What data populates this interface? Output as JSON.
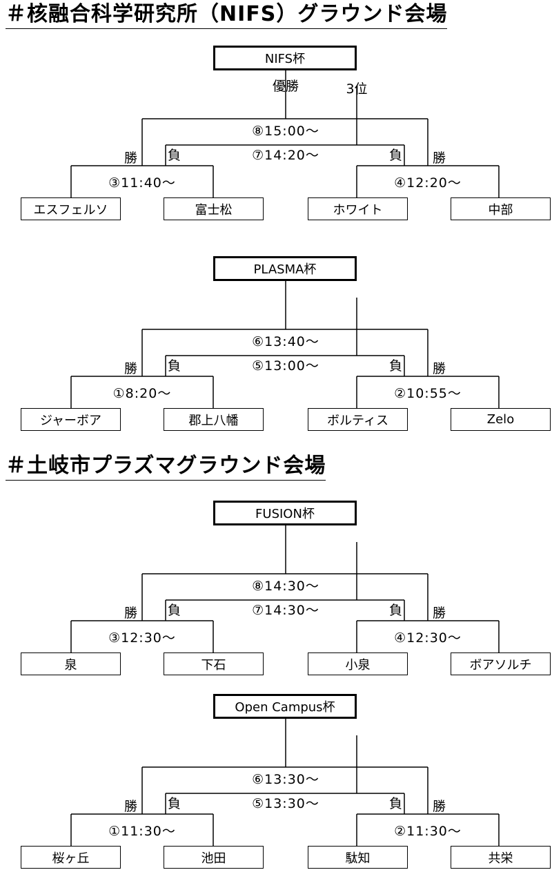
{
  "sections": [
    {
      "heading": "＃核融合科学研究所（NIFS）グラウンド会場"
    },
    {
      "heading": "＃土岐市プラズマグラウンド会場"
    }
  ],
  "brackets": [
    {
      "title": "NIFS杯",
      "champion_label": "優勝",
      "third_label": "3位",
      "final_time": "⑧15:00～",
      "third_time": "⑦14:20～",
      "win_left": "勝",
      "lose_left": "負",
      "lose_right": "負",
      "win_right": "勝",
      "semi_left_time": "③11:40～",
      "semi_right_time": "④12:20～",
      "teams": [
        "エスフェルソ",
        "富士松",
        "ホワイト",
        "中部"
      ]
    },
    {
      "title": "PLASMA杯",
      "champion_label": "",
      "third_label": "",
      "final_time": "⑥13:40～",
      "third_time": "⑤13:00～",
      "win_left": "勝",
      "lose_left": "負",
      "lose_right": "負",
      "win_right": "勝",
      "semi_left_time": "①8:20～",
      "semi_right_time": "②10:55～",
      "teams": [
        "ジャーボア",
        "郡上八幡",
        "ボルティス",
        "Zelo"
      ]
    },
    {
      "title": "FUSION杯",
      "champion_label": "",
      "third_label": "",
      "final_time": "⑧14:30～",
      "third_time": "⑦14:30～",
      "win_left": "勝",
      "lose_left": "負",
      "lose_right": "負",
      "win_right": "勝",
      "semi_left_time": "③12:30～",
      "semi_right_time": "④12:30～",
      "teams": [
        "泉",
        "下石",
        "小泉",
        "ボアソルチ"
      ]
    },
    {
      "title": "Open Campus杯",
      "champion_label": "",
      "third_label": "",
      "final_time": "⑥13:30～",
      "third_time": "⑤13:30～",
      "win_left": "勝",
      "lose_left": "負",
      "lose_right": "負",
      "win_right": "勝",
      "semi_left_time": "①11:30～",
      "semi_right_time": "②11:30～",
      "teams": [
        "桜ヶ丘",
        "池田",
        "駄知",
        "共栄"
      ]
    }
  ]
}
